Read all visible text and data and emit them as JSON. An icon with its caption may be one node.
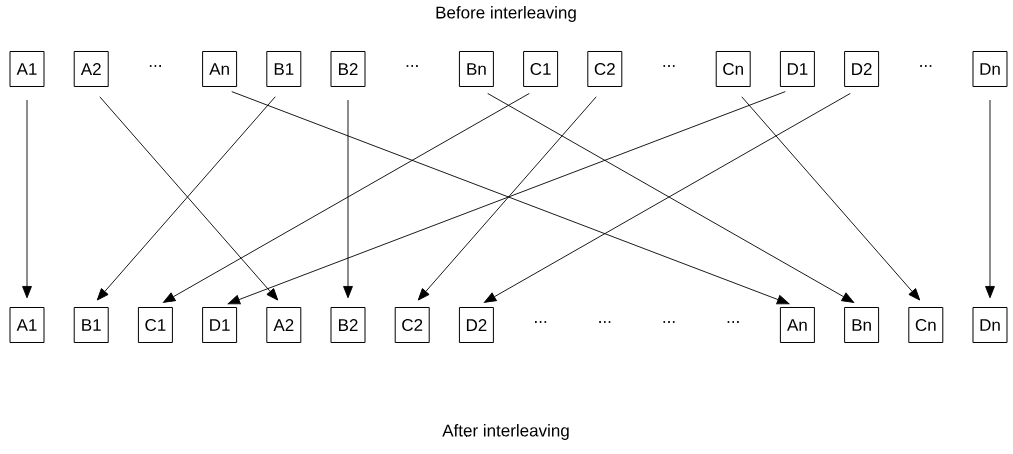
{
  "diagram": {
    "title": "Before interleaving",
    "caption": "After interleaving",
    "nodes": [
      {
        "text": [
          "A1"
        ]
      },
      {
        "text": [
          "A2"
        ]
      },
      {
        "text": [
          "An"
        ]
      },
      {
        "text": [
          "B1"
        ]
      },
      {
        "text": [
          "B2"
        ]
      },
      {
        "text": [
          "Bn"
        ]
      },
      {
        "text": [
          "C1"
        ]
      },
      {
        "text": [
          "C2"
        ]
      },
      {
        "text": [
          "Cn"
        ]
      },
      {
        "text": [
          "D1"
        ]
      },
      {
        "text": [
          "D2"
        ]
      },
      {
        "text": [
          "Dn"
        ]
      },
      {
        "text": [
          "A1"
        ]
      },
      {
        "text": [
          "B1"
        ]
      },
      {
        "text": [
          "C1"
        ]
      },
      {
        "text": [
          "D1"
        ]
      },
      {
        "text": [
          "A2"
        ]
      },
      {
        "text": [
          "B2"
        ]
      },
      {
        "text": [
          "C2"
        ]
      },
      {
        "text": [
          "D2"
        ]
      },
      {
        "text": [
          "An"
        ]
      },
      {
        "text": [
          "Bn"
        ]
      },
      {
        "text": [
          "Cn"
        ]
      },
      {
        "text": [
          "Dn"
        ]
      }
    ],
    "edges": [
      {
        "from": 0,
        "to": 12,
        "arrow": "to"
      },
      {
        "from": 1,
        "to": 16,
        "arrow": "to"
      },
      {
        "from": 2,
        "to": 20,
        "arrow": "to"
      },
      {
        "from": 3,
        "to": 13,
        "arrow": "to"
      },
      {
        "from": 4,
        "to": 17,
        "arrow": "to"
      },
      {
        "from": 5,
        "to": 21,
        "arrow": "to"
      },
      {
        "from": 6,
        "to": 14,
        "arrow": "to"
      },
      {
        "from": 7,
        "to": 18,
        "arrow": "to"
      },
      {
        "from": 8,
        "to": 22,
        "arrow": "to"
      },
      {
        "from": 9,
        "to": 15,
        "arrow": "to"
      },
      {
        "from": 10,
        "to": 19,
        "arrow": "to"
      },
      {
        "from": 11,
        "to": 23,
        "arrow": "to"
      }
    ],
    "labels": [
      "...",
      "...",
      "...",
      "...",
      "...",
      "...",
      "...",
      "..."
    ]
  }
}
